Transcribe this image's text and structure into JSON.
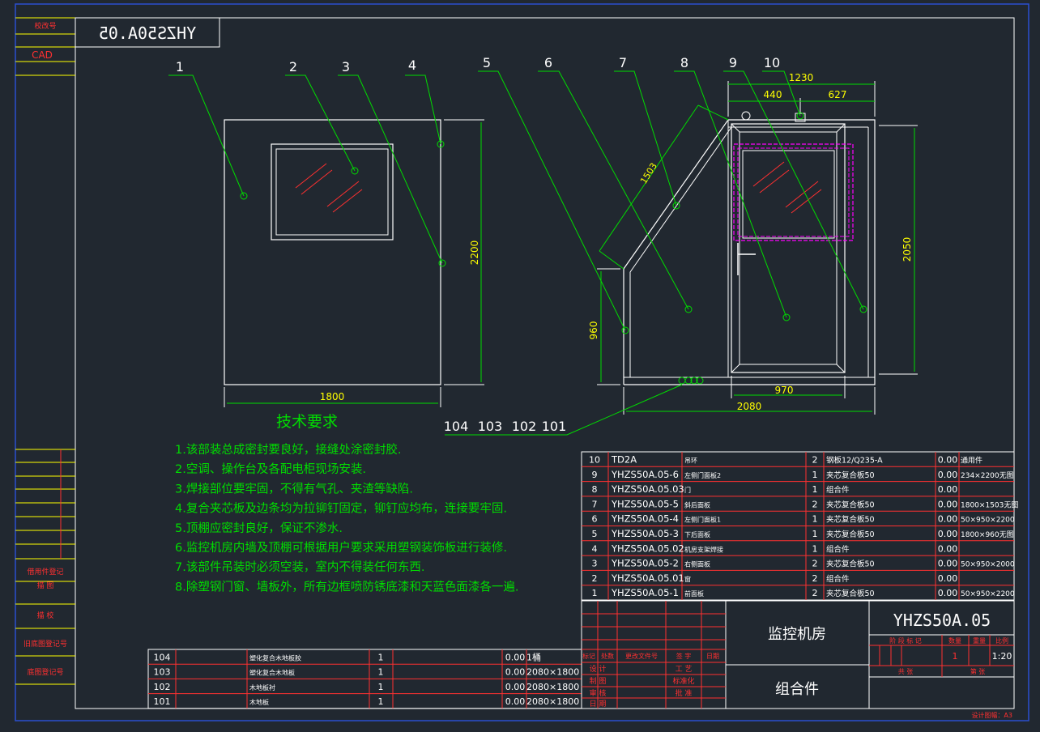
{
  "drawing": {
    "code_mirrored": "YHZS50A.05",
    "left_strip": {
      "top_labels": [
        "校改号",
        "CAD"
      ],
      "bottom_labels": [
        "借用件登记",
        "描  图",
        "描  校",
        "旧底图登记号",
        "底图登记号"
      ]
    }
  },
  "front_view": {
    "callouts": [
      "1",
      "2",
      "3",
      "4"
    ],
    "width_dim": "1800",
    "height_dim": "2200"
  },
  "side_view": {
    "callouts": [
      "5",
      "6",
      "7",
      "8",
      "9",
      "10"
    ],
    "dims": {
      "top_total": "1230",
      "top_left": "440",
      "top_right": "627",
      "slope": "1503",
      "right_height": "2050",
      "left_height": "960",
      "door_width": "970",
      "base_width": "2080"
    },
    "bottom_callouts": [
      "104",
      "103",
      "102",
      "101"
    ]
  },
  "tech": {
    "title": "技术要求",
    "items": [
      "1.该部装总成密封要良好，接缝处涂密封胶.",
      "2.空调、操作台及各配电柜现场安装.",
      "3.焊接部位要牢固，不得有气孔、夹渣等缺陷.",
      "4.复合夹芯板及边条均为拉铆钉固定，铆钉应均布，连接要牢固.",
      "5.顶棚应密封良好，保证不渗水.",
      "6.监控机房内墙及顶棚可根据用户要求采用塑钢装饰板进行装修.",
      "7.该部件吊装时必须空装，室内不得装任何东西.",
      "8.除塑钢门窗、墙板外，所有边框喷防锈底漆和天蓝色面漆各一遍."
    ]
  },
  "bom_right": [
    {
      "no": "10",
      "code": "TD2A",
      "name": "吊环",
      "qty": "2",
      "material": "钢板12/Q235-A",
      "weight": "0.00",
      "note": "通用件"
    },
    {
      "no": "9",
      "code": "YHZS50A.05-6",
      "name": "左侧门面板2",
      "qty": "1",
      "material": "夹芯复合板50",
      "weight": "0.00",
      "note": "234×2200无图"
    },
    {
      "no": "8",
      "code": "YHZS50A.05.03",
      "name": "门",
      "qty": "1",
      "material": "组合件",
      "weight": "0.00",
      "note": ""
    },
    {
      "no": "7",
      "code": "YHZS50A.05-5",
      "name": "斜后面板",
      "qty": "2",
      "material": "夹芯复合板50",
      "weight": "0.00",
      "note": "1800×1503无图"
    },
    {
      "no": "6",
      "code": "YHZS50A.05-4",
      "name": "左侧门面板1",
      "qty": "1",
      "material": "夹芯复合板50",
      "weight": "0.00",
      "note": "50×950×2200"
    },
    {
      "no": "5",
      "code": "YHZS50A.05-3",
      "name": "下后面板",
      "qty": "1",
      "material": "夹芯复合板50",
      "weight": "0.00",
      "note": "1800×960无图"
    },
    {
      "no": "4",
      "code": "YHZS50A.05.02",
      "name": "机房支架焊接",
      "qty": "1",
      "material": "组合件",
      "weight": "0.00",
      "note": ""
    },
    {
      "no": "3",
      "code": "YHZS50A.05-2",
      "name": "右侧面板",
      "qty": "2",
      "material": "夹芯复合板50",
      "weight": "0.00",
      "note": "50×950×2000"
    },
    {
      "no": "2",
      "code": "YHZS50A.05.01",
      "name": "窗",
      "qty": "2",
      "material": "组合件",
      "weight": "0.00",
      "note": ""
    },
    {
      "no": "1",
      "code": "YHZS50A.05-1",
      "name": "前面板",
      "qty": "2",
      "material": "夹芯复合板50",
      "weight": "0.00",
      "note": "50×950×2200"
    }
  ],
  "bom_bottom": [
    {
      "no": "104",
      "name": "塑化复合木地板胶",
      "qty": "1",
      "weight": "0.00",
      "note": "1桶"
    },
    {
      "no": "103",
      "name": "塑化复合木地板",
      "qty": "1",
      "weight": "0.00",
      "note": "2080×1800"
    },
    {
      "no": "102",
      "name": "木地板衬",
      "qty": "1",
      "weight": "0.00",
      "note": "2080×1800"
    },
    {
      "no": "101",
      "name": "木地板",
      "qty": "1",
      "weight": "0.00",
      "note": "2080×1800"
    }
  ],
  "title_block": {
    "change_headers": [
      "标记",
      "处数",
      "更改文件号",
      "签  字",
      "日期"
    ],
    "sign_rows": [
      [
        "设 计",
        "工 艺"
      ],
      [
        "制 图",
        "标准化"
      ],
      [
        "审 核",
        "批 准"
      ],
      [
        "日 期",
        ""
      ]
    ],
    "part_name": "监控机房",
    "part_type": "组合件",
    "drawing_no": "YHZS50A.05",
    "stage_headers": [
      "阶 段 标 记",
      "数量",
      "重量",
      "比例"
    ],
    "qty": "1",
    "scale": "1:20",
    "sheet_labels": [
      "共   张",
      "第   张"
    ],
    "sheet_size": "设计图幅：A3"
  },
  "colors": {
    "background": "#212830",
    "border": "#ffffff",
    "leader": "#00dd00",
    "dim": "#ffff00",
    "table": "#ff2020",
    "magenta": "#ff00ff",
    "red": "#ff3030"
  }
}
